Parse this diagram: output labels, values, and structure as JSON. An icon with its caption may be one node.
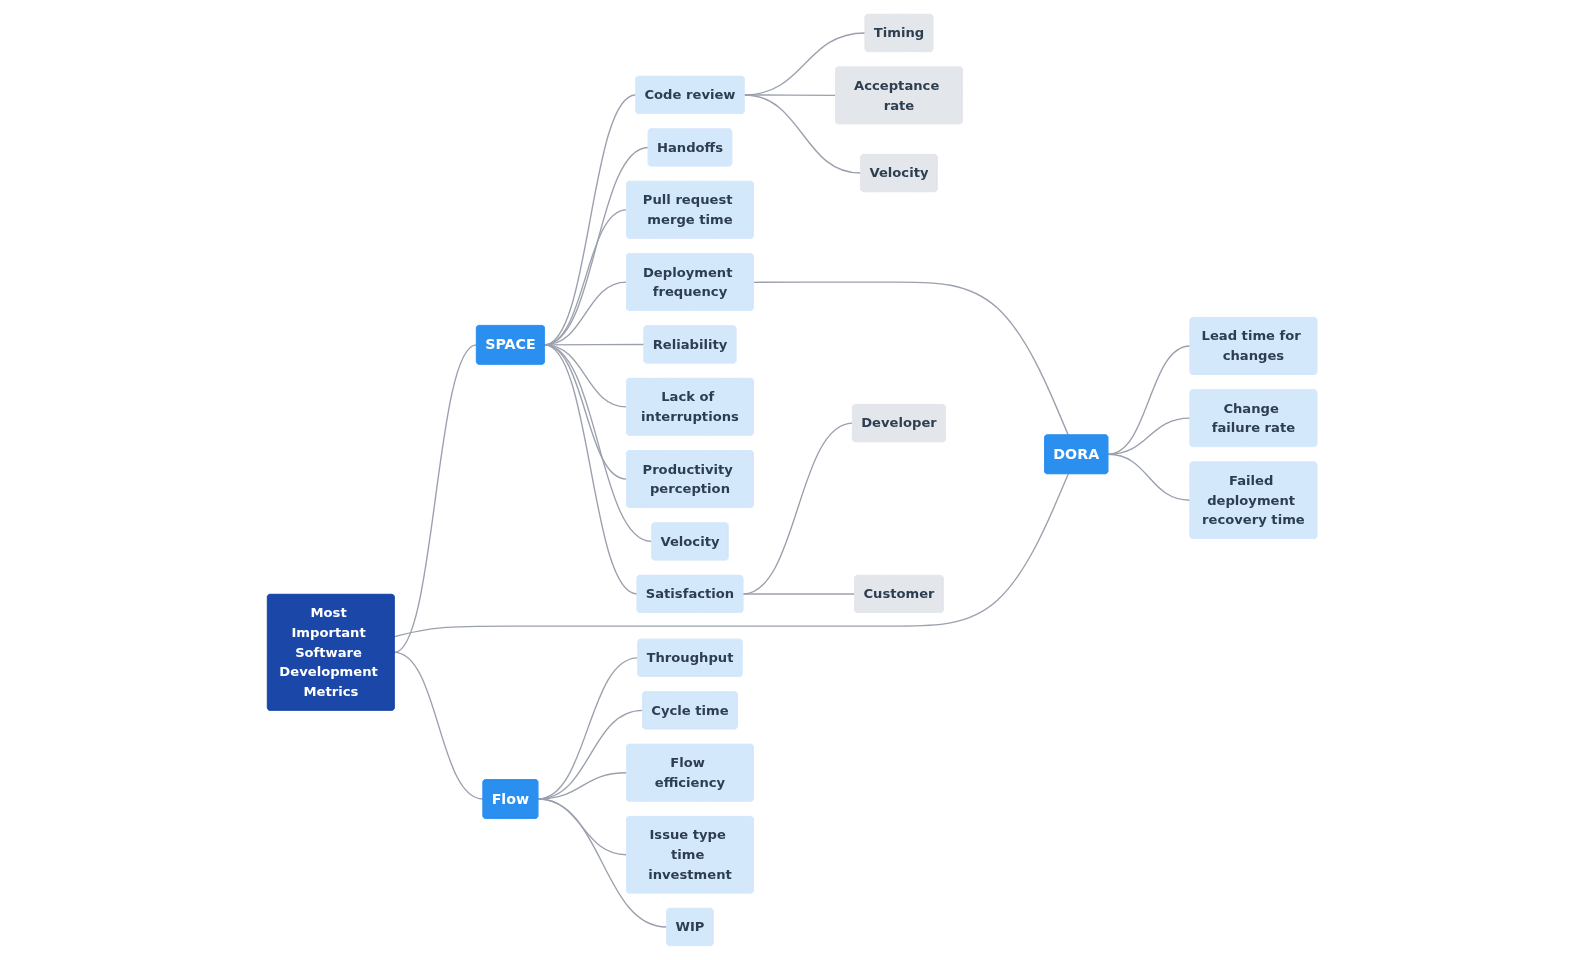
{
  "diagram": {
    "nodes": [
      {
        "text": [
          "Most Important Software Development Metrics"
        ]
      },
      {
        "text": [
          "SPACE"
        ]
      },
      {
        "text": [
          "DORA"
        ]
      },
      {
        "text": [
          "Flow"
        ]
      },
      {
        "text": [
          "Handoffs"
        ]
      },
      {
        "text": [
          "Code review"
        ]
      },
      {
        "text": [
          "Timing"
        ]
      },
      {
        "text": [
          "Acceptance rate"
        ]
      },
      {
        "text": [
          "Velocity"
        ]
      },
      {
        "text": [
          "Pull request merge time"
        ]
      },
      {
        "text": [
          "Deployment frequency"
        ]
      },
      {
        "text": [
          "Reliability"
        ]
      },
      {
        "text": [
          "Lack of interruptions"
        ]
      },
      {
        "text": [
          "Productivity perception"
        ]
      },
      {
        "text": [
          "Satisfaction"
        ]
      },
      {
        "text": [
          "Developer"
        ]
      },
      {
        "text": [
          "Customer"
        ]
      },
      {
        "text": [
          "Velocity"
        ]
      },
      {
        "text": [
          "Lead time for changes"
        ]
      },
      {
        "text": [
          "Change failure rate"
        ]
      },
      {
        "text": [
          "Failed deployment recovery time"
        ]
      },
      {
        "text": [
          "Throughput"
        ]
      },
      {
        "text": [
          "Cycle time"
        ]
      },
      {
        "text": [
          "Flow efficiency"
        ]
      },
      {
        "text": [
          "Issue type time investment"
        ]
      },
      {
        "text": [
          "WIP"
        ]
      }
    ],
    "edges": [
      {
        "from": 0,
        "to": 1,
        "arrow": "none"
      },
      {
        "from": 0,
        "to": 2,
        "arrow": "none"
      },
      {
        "from": 0,
        "to": 3,
        "arrow": "none"
      },
      {
        "from": 1,
        "to": 5,
        "arrow": "none"
      },
      {
        "from": 1,
        "to": 4,
        "arrow": "none"
      },
      {
        "from": 5,
        "to": 6,
        "arrow": "none"
      },
      {
        "from": 5,
        "to": 7,
        "arrow": "none"
      },
      {
        "from": 5,
        "to": 8,
        "arrow": "none"
      },
      {
        "from": 1,
        "to": 9,
        "arrow": "none"
      },
      {
        "from": 1,
        "to": 10,
        "arrow": "none"
      },
      {
        "from": 10,
        "to": 2,
        "arrow": "none"
      },
      {
        "from": 1,
        "to": 11,
        "arrow": "none"
      },
      {
        "from": 1,
        "to": 12,
        "arrow": "none"
      },
      {
        "from": 1,
        "to": 13,
        "arrow": "none"
      },
      {
        "from": 1,
        "to": 17,
        "arrow": "none"
      },
      {
        "from": 1,
        "to": 14,
        "arrow": "none"
      },
      {
        "from": 14,
        "to": 15,
        "arrow": "none"
      },
      {
        "from": 14,
        "to": 16,
        "arrow": "none"
      },
      {
        "from": 2,
        "to": 18,
        "arrow": "none"
      },
      {
        "from": 2,
        "to": 19,
        "arrow": "none"
      },
      {
        "from": 2,
        "to": 20,
        "arrow": "none"
      },
      {
        "from": 3,
        "to": 21,
        "arrow": "none"
      },
      {
        "from": 3,
        "to": 22,
        "arrow": "none"
      },
      {
        "from": 3,
        "to": 23,
        "arrow": "none"
      },
      {
        "from": 3,
        "to": 24,
        "arrow": "none"
      },
      {
        "from": 3,
        "to": 25,
        "arrow": "none"
      }
    ]
  }
}
